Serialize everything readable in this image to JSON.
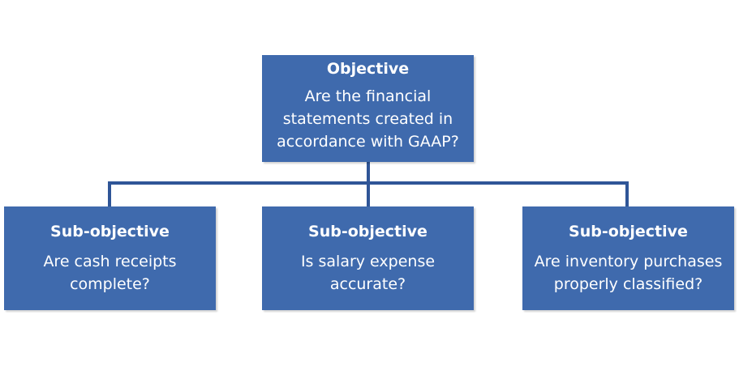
{
  "colors": {
    "box_fill": "#3f6aad",
    "connector": "#2f5597",
    "text": "#ffffff"
  },
  "objective": {
    "heading": "Objective",
    "lines": [
      "Are the financial",
      "statements created in",
      "accordance with GAAP?"
    ]
  },
  "sub_objectives": [
    {
      "heading": "Sub-objective",
      "lines": [
        "Are cash receipts",
        "complete?"
      ]
    },
    {
      "heading": "Sub-objective",
      "lines": [
        "Is salary expense",
        "accurate?"
      ]
    },
    {
      "heading": "Sub-objective",
      "lines": [
        "Are inventory purchases",
        "properly classified?"
      ]
    }
  ]
}
